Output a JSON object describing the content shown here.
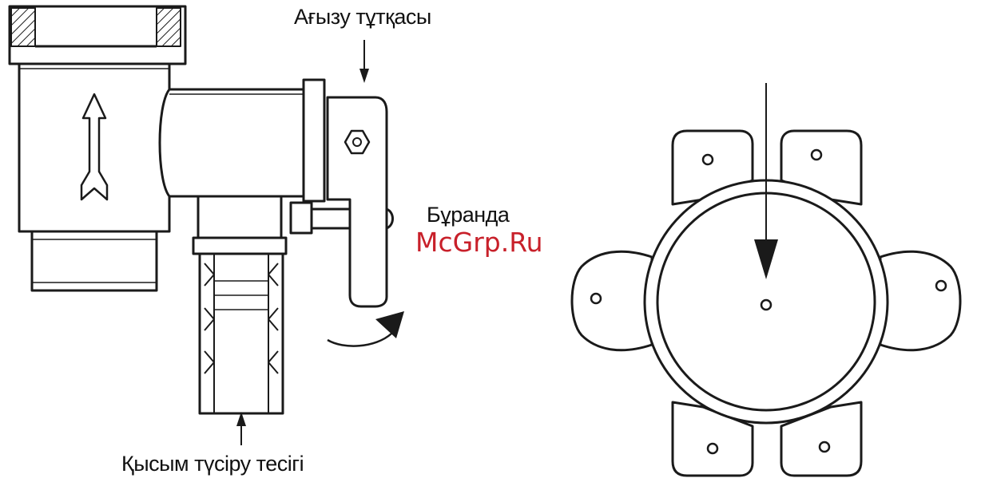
{
  "labels": {
    "drain_handle": "Ағызу тұтқасы",
    "nut": "Бұранда",
    "pressure_relief_hole": "Қысым түсіру тесігі"
  },
  "watermark": "McGrp.Ru",
  "colors": {
    "line": "#1a1a1a",
    "watermark": "#c8202a",
    "background": "#ffffff"
  }
}
